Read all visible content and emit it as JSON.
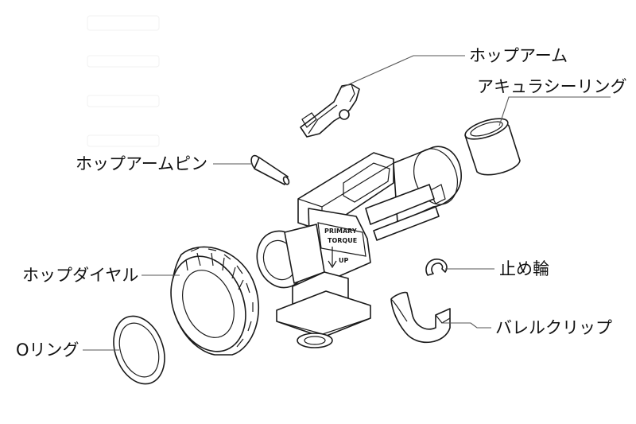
{
  "labels": {
    "hop_arm": "ホップアーム",
    "accuracy_seal_ring": "アキュラシーリング",
    "hop_arm_pin": "ホップアームピン",
    "stop_ring": "止め輪",
    "hop_dial": "ホップダイヤル",
    "barrel_clip": "バレルクリップ",
    "o_ring": "Oリング"
  },
  "chamber_stamp": {
    "line1": "PRIMARY",
    "line2": "TORQUE",
    "line3": "UP"
  },
  "colors": {
    "line": "#1a1a1a",
    "leader": "#555555",
    "background": "#ffffff"
  }
}
